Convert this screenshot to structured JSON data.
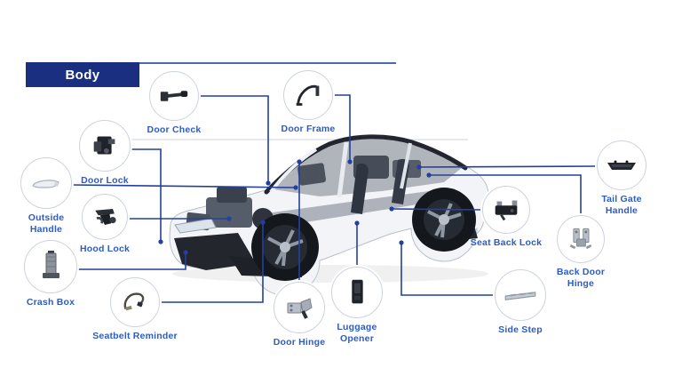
{
  "header": {
    "title": "Body"
  },
  "colors": {
    "banner_bg": "#1b2f80",
    "accent_line": "#4a67b8",
    "label_text": "#2c5cc5",
    "connector": "#24409e",
    "circle_border": "#cdd3dd"
  },
  "parts": [
    {
      "id": "door-check",
      "label": "Door Check"
    },
    {
      "id": "door-frame",
      "label": "Door Frame"
    },
    {
      "id": "door-lock",
      "label": "Door Lock"
    },
    {
      "id": "outside-handle",
      "label": "Outside Handle"
    },
    {
      "id": "hood-lock",
      "label": "Hood Lock"
    },
    {
      "id": "crash-box",
      "label": "Crash Box"
    },
    {
      "id": "seatbelt-reminder",
      "label": "Seatbelt Reminder"
    },
    {
      "id": "door-hinge",
      "label": "Door Hinge"
    },
    {
      "id": "luggage-opener",
      "label": "Luggage Opener"
    },
    {
      "id": "side-step",
      "label": "Side Step"
    },
    {
      "id": "seat-back-lock",
      "label": "Seat Back Lock"
    },
    {
      "id": "back-door-hinge",
      "label": "Back Door Hinge"
    },
    {
      "id": "tail-gate-handle",
      "label": "Tail Gate Handle"
    }
  ]
}
